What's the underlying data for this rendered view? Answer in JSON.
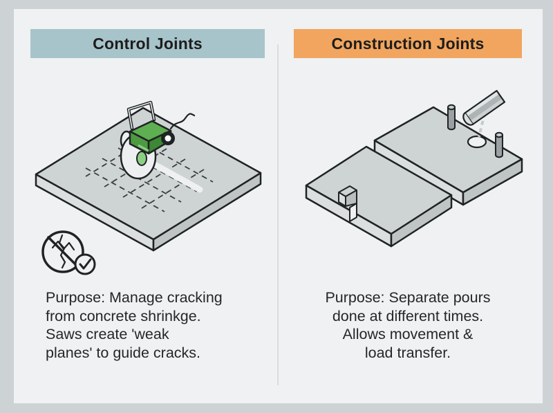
{
  "panels": [
    {
      "id": "control-joints",
      "title": "Control Joints",
      "header_color": "#a7c4ca",
      "purpose_lines": [
        "Purpose: Manage cracking",
        "from concrete shrinkge.",
        "Saws create 'weak",
        "planes' to guide cracks."
      ],
      "illustration": "green concrete saw cutting dashed grid of weak-plane lines into isometric concrete slab",
      "icon": "no-cracks-allowed-check-icon"
    },
    {
      "id": "construction-joints",
      "title": "Construction Joints",
      "header_color": "#f1a55e",
      "purpose_lines": [
        "Purpose: Separate pours",
        "done at different times.",
        "Allows movement &",
        "load transfer."
      ],
      "illustration": "two separate isometric concrete slabs with keyway notch, dowel pins and chute pouring concrete into hole"
    }
  ],
  "colors": {
    "outer_background": "#cdd2d5",
    "panel_background": "#eff1f3",
    "divider": "#dadde0",
    "slab_top": "#ced3d4",
    "slab_left_face": "#dcdfe0",
    "slab_right_face": "#bfc4c5",
    "outline": "#202324",
    "saw_green": "#5eae52",
    "saw_green_dark": "#43903a",
    "header_text": "#1d1d1d",
    "body_text": "#262626"
  }
}
